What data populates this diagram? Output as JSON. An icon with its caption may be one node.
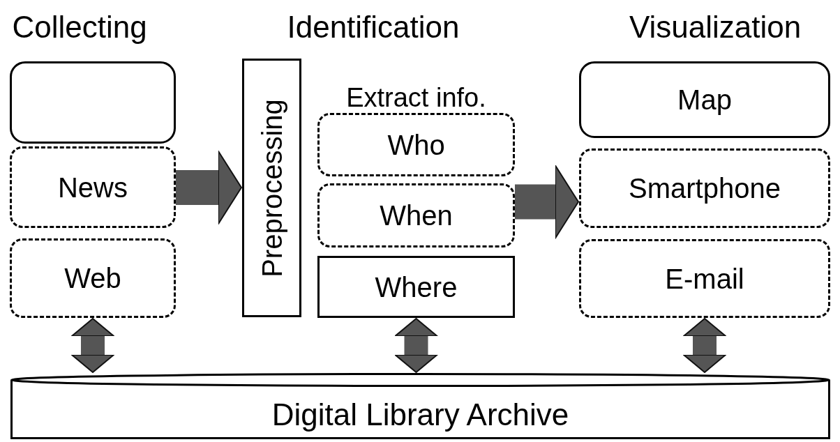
{
  "diagram": {
    "nodes": [
      {
        "text": [],
        "shape": "box"
      },
      {
        "text": [
          "News"
        ]
      },
      {
        "text": [
          "Web"
        ]
      },
      {
        "text": [
          "Preprocessing"
        ]
      },
      {
        "text": [
          "Who"
        ]
      },
      {
        "text": [
          "When"
        ]
      },
      {
        "text": [
          "Where"
        ]
      },
      {
        "text": [
          "Map"
        ]
      },
      {
        "text": [
          "Smartphone"
        ]
      },
      {
        "text": [
          "E-mail"
        ]
      },
      {
        "text": [
          "Digital Library Archive"
        ]
      }
    ],
    "edges": [
      {
        "from": 1,
        "to": 3,
        "arrow": "to"
      },
      {
        "from": 5,
        "to": 8,
        "arrow": "to"
      },
      {
        "from": 2,
        "to": 10,
        "arrow": "both"
      },
      {
        "from": 6,
        "to": 10,
        "arrow": "both"
      },
      {
        "from": 9,
        "to": 10,
        "arrow": "both"
      }
    ],
    "labels": [
      "Collecting",
      "Identification",
      "Visualization",
      "Extract info."
    ]
  }
}
